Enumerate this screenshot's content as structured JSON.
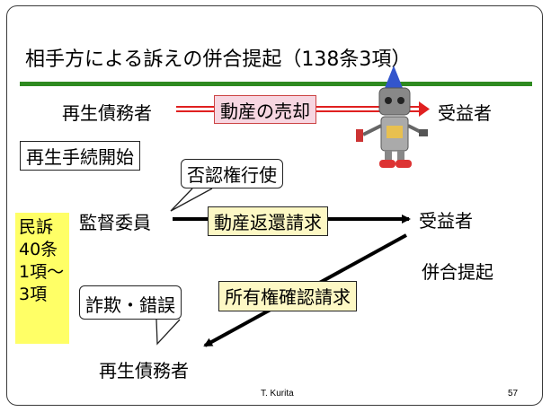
{
  "title": "相手方による訴えの併合提起（138条3項）",
  "top_row": {
    "left": "再生債務者",
    "action": "動産の売却",
    "right": "受益者"
  },
  "procedure_box": "再生手続開始",
  "callout_top": "否認権行使",
  "supervisor": "監督委員",
  "claim": "動産返還請求",
  "beneficiary": "受益者",
  "joint_filing": "併合提起",
  "side_note": "民訴40条1項〜3項",
  "callout_bottom": "詐欺・錯誤",
  "ownership_claim": "所有権確認請求",
  "debtor_bottom": "再生債務者",
  "footer": {
    "author": "T. Kurita",
    "page": "57"
  },
  "colors": {
    "rule": "#2e8a20",
    "note_bg": "#ffff66",
    "arrow_red": "#e02020"
  }
}
